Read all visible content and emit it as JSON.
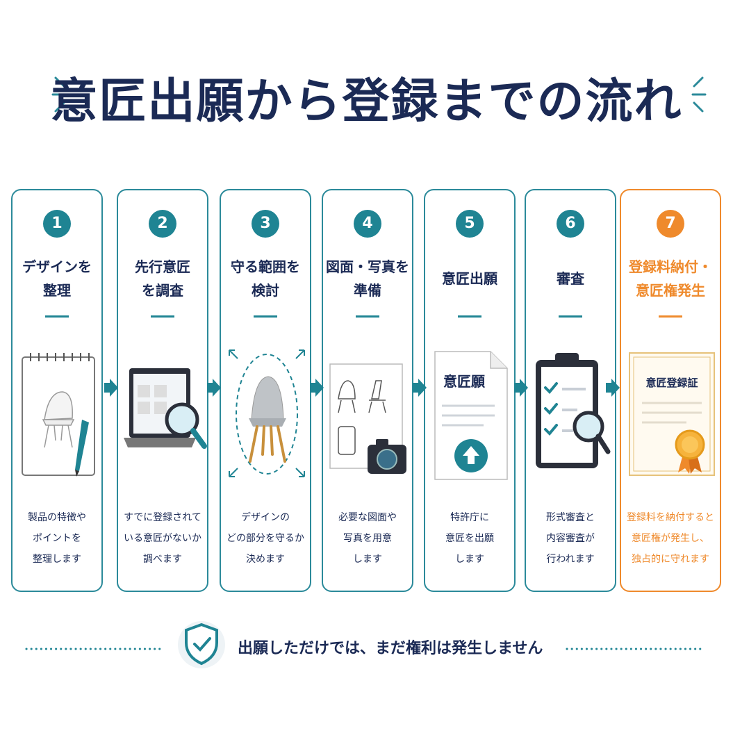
{
  "title": "意匠出願から登録までの流れ",
  "colors": {
    "teal": "#1f8493",
    "navy": "#1b2a55",
    "orange": "#ef8a2c"
  },
  "steps": [
    {
      "number": "1",
      "title": "デザインを\n整理",
      "illustration": "sketchbook-chair-icon",
      "description": "製品の特徴や\nポイントを\n整理します"
    },
    {
      "number": "2",
      "title": "先行意匠\nを調査",
      "illustration": "laptop-search-icon",
      "description": "すでに登録されて\nいる意匠がないか\n調べます"
    },
    {
      "number": "3",
      "title": "守る範囲を\n検討",
      "illustration": "chair-scope-icon",
      "description": "デザインの\nどの部分を守るか\n決めます"
    },
    {
      "number": "4",
      "title": "図面・写真を\n準備",
      "illustration": "drawings-camera-icon",
      "description": "必要な図面や\n写真を用意\nします"
    },
    {
      "number": "5",
      "title": "意匠出願",
      "illustration": "application-document-icon",
      "doc_label": "意匠願",
      "description": "特許庁に\n意匠を出願\nします"
    },
    {
      "number": "6",
      "title": "審査",
      "illustration": "clipboard-review-icon",
      "description": "形式審査と\n内容審査が\n行われます"
    },
    {
      "number": "7",
      "title": "登録料納付・\n意匠権発生",
      "illustration": "certificate-icon",
      "doc_label": "意匠登録証",
      "description": "登録料を納付すると\n意匠権が発生し、\n独占的に守れます"
    }
  ],
  "note": {
    "icon": "shield-check-icon",
    "text": "出願しただけでは、まだ権利は発生しません"
  }
}
